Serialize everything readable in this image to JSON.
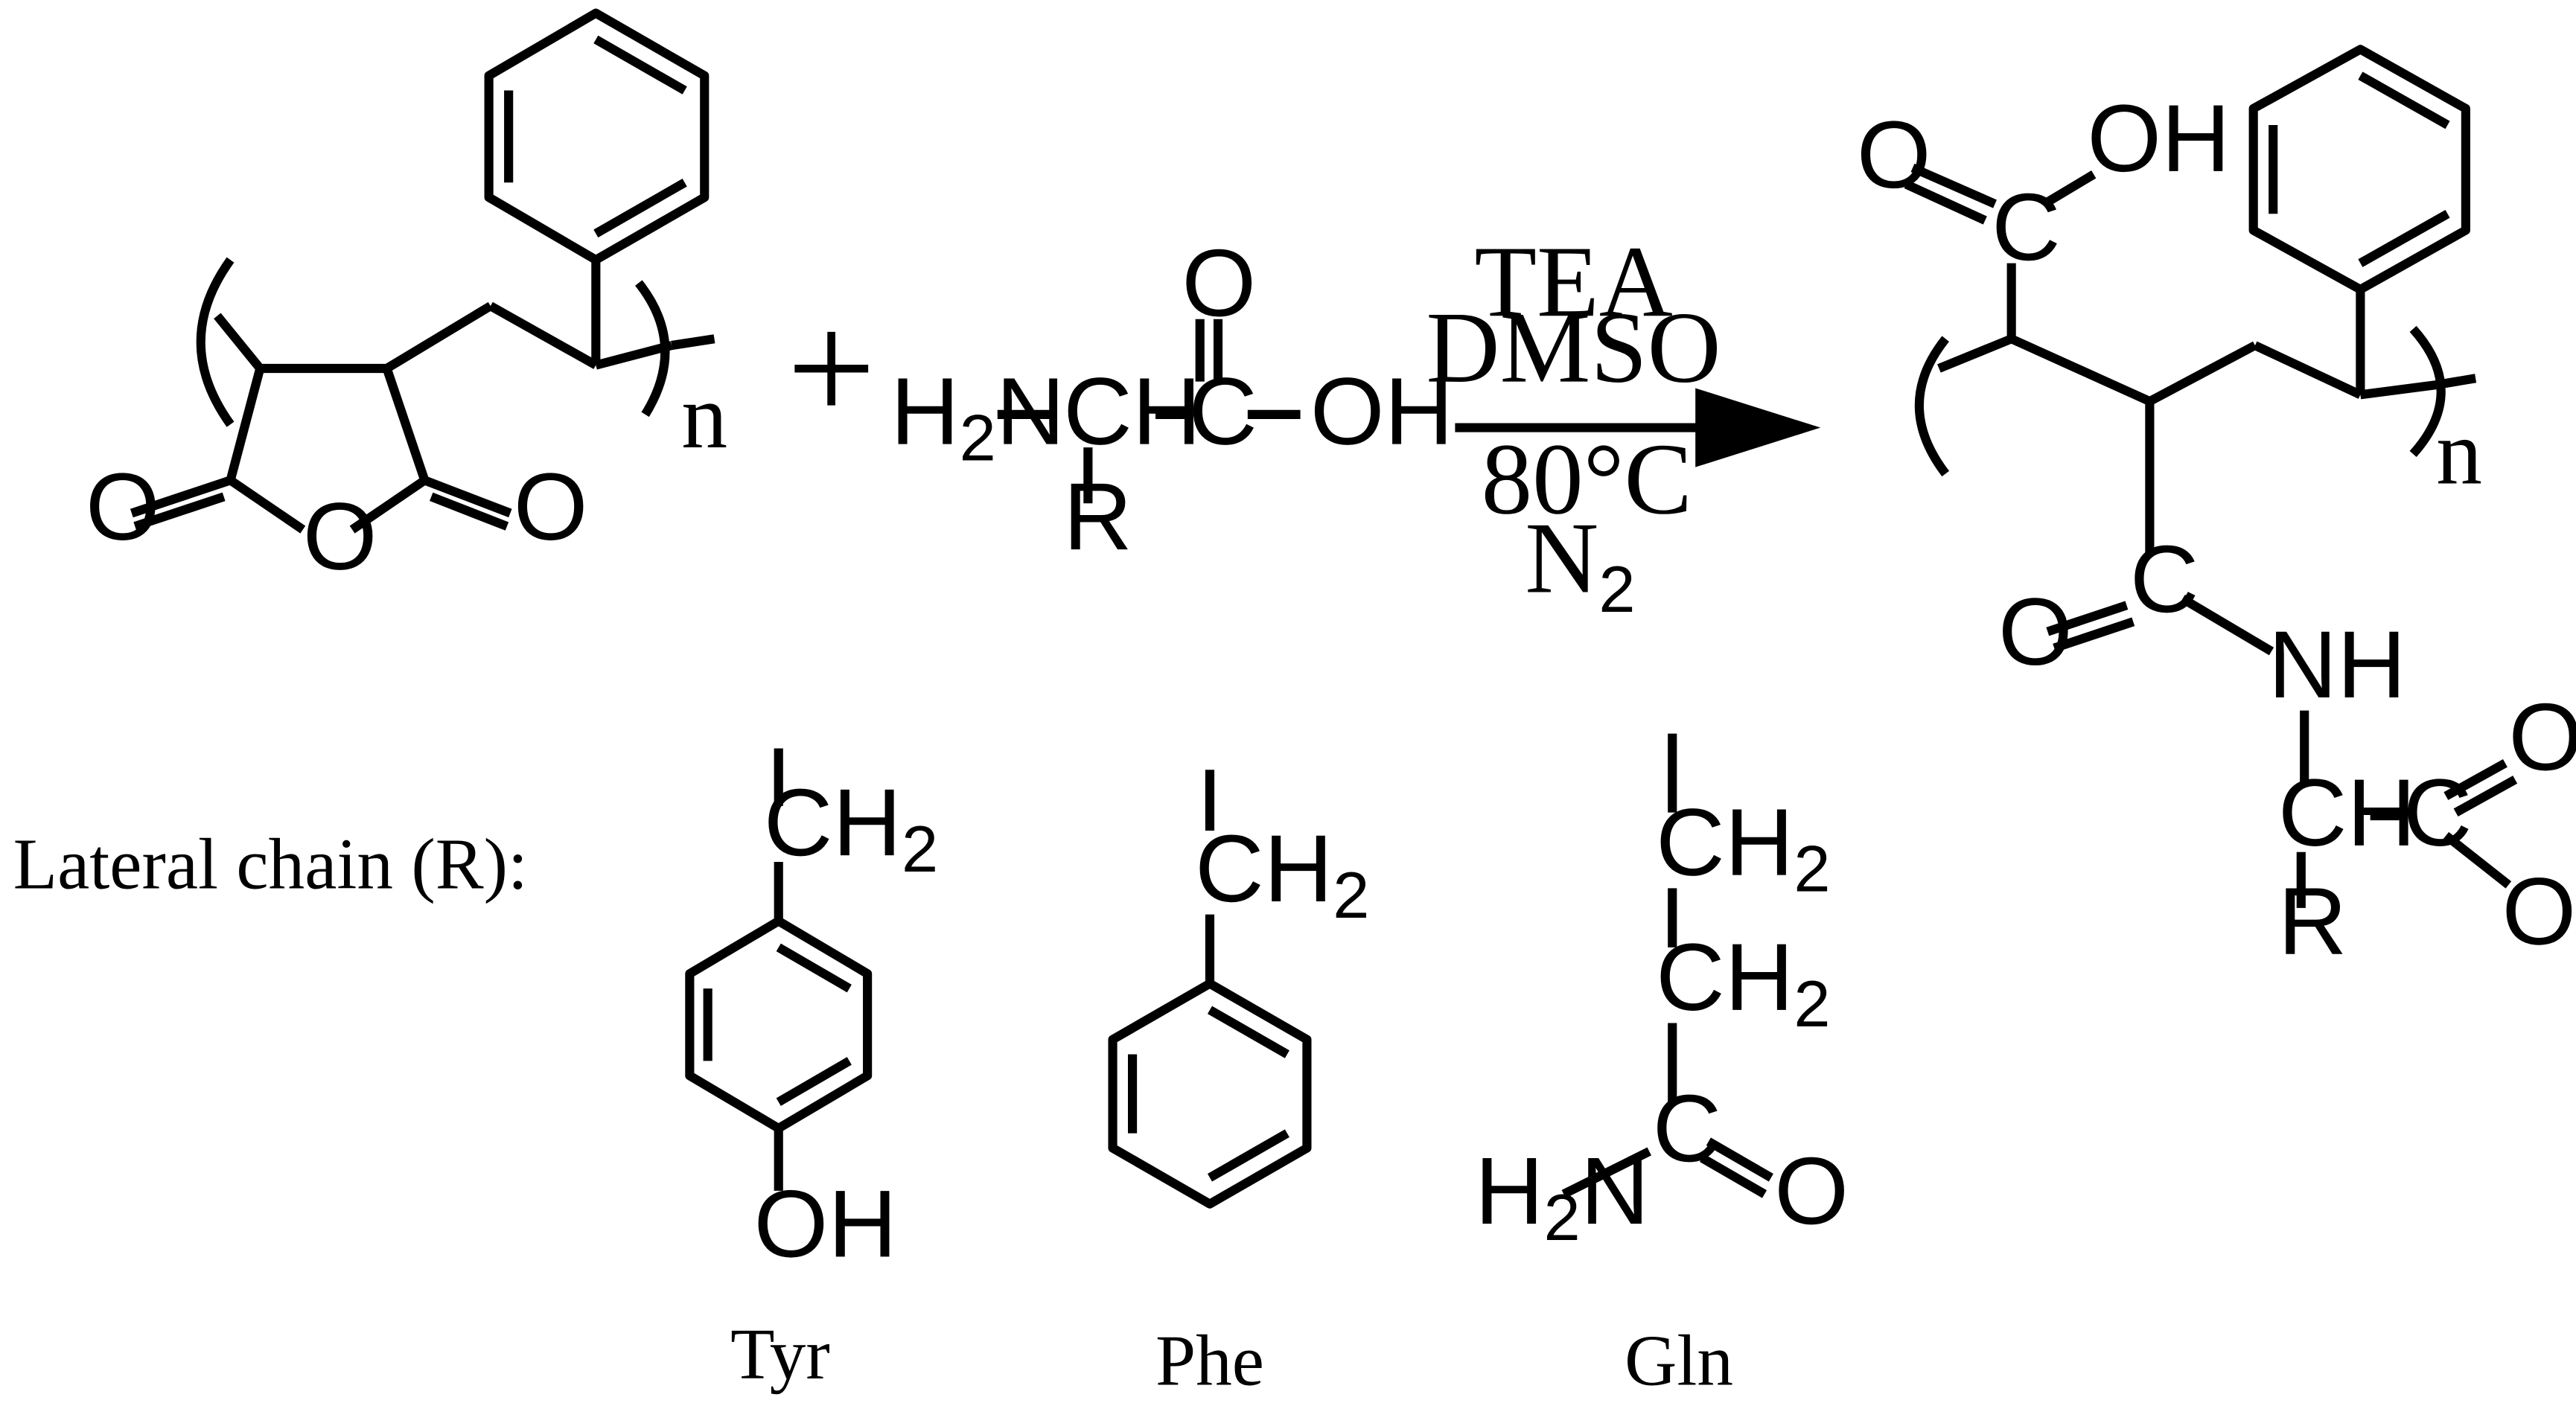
{
  "reaction": {
    "plus_sign": "+",
    "repeat_subscript": "n",
    "conditions": {
      "reagent_1": "TEA",
      "reagent_2": "DMSO",
      "temperature": "80°C",
      "atmosphere": "N",
      "atmosphere_subscript": "2"
    }
  },
  "atoms": {
    "oxygen": "O",
    "hydroxyl": "OH",
    "carbon": "C",
    "amine_h": "H",
    "amine_n": "N",
    "amine_sub": "2",
    "ch": "CH",
    "ch2": "CH",
    "ch2_sub": "2",
    "r_group": "R",
    "nh": "NH"
  },
  "lateral_chain": {
    "label": "Lateral chain (R):",
    "residues": [
      "Tyr",
      "Phe",
      "Gln"
    ]
  }
}
